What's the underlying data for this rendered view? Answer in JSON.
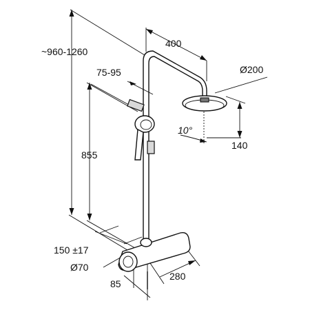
{
  "drawing": {
    "dimensions": {
      "overall_height": "~960-1260",
      "arm_length": "400",
      "head_diameter": "Ø200",
      "holder_range": "75-95",
      "head_height": "140",
      "tilt_angle": "10°",
      "rail_height": "855",
      "inlet_spacing": "150 ±17",
      "inlet_diameter": "Ø70",
      "wall_offset": "85",
      "mixer_width": "280"
    }
  }
}
